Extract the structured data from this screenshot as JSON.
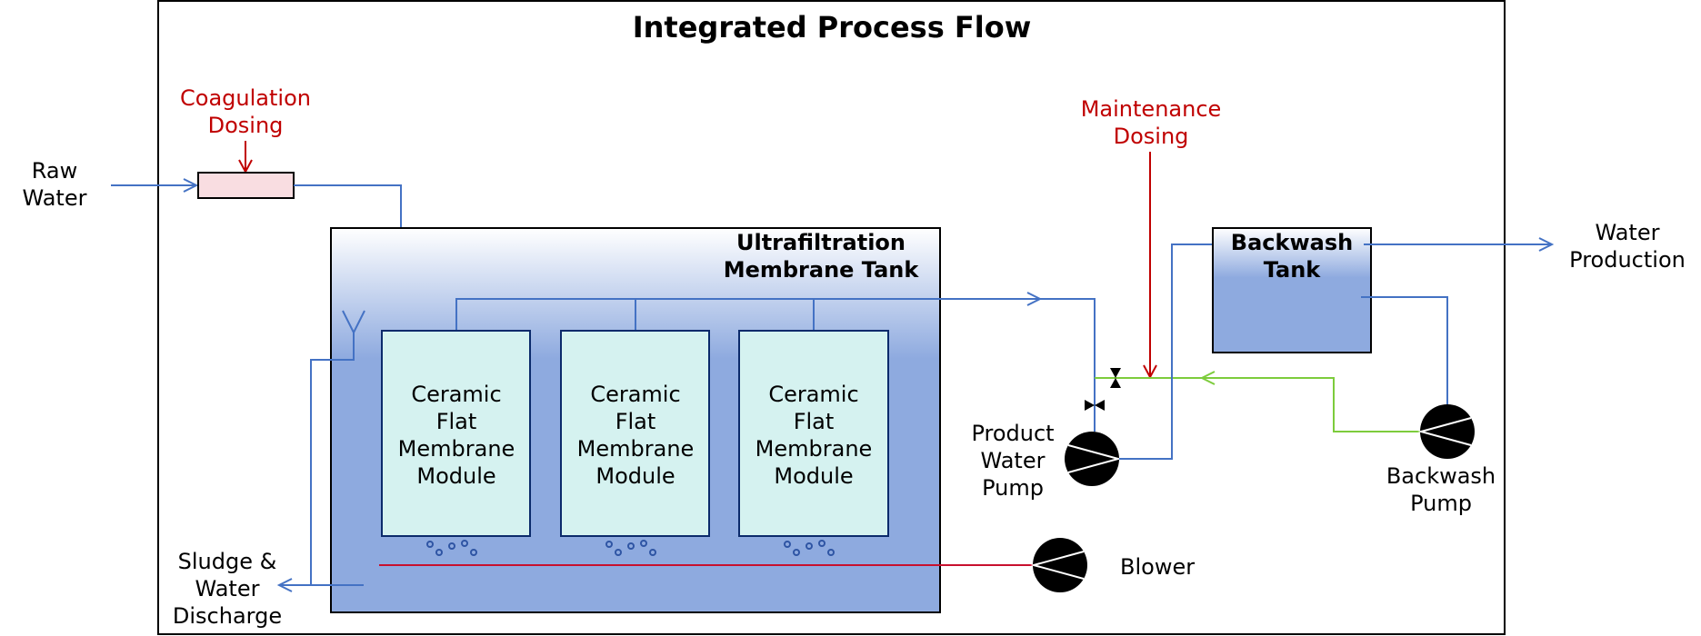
{
  "title": "Integrated Process Flow",
  "inputs": {
    "raw_water": [
      "Raw",
      "Water"
    ],
    "coagulation_dosing": [
      "Coagulation",
      "Dosing"
    ],
    "maintenance_dosing": [
      "Maintenance",
      "Dosing"
    ]
  },
  "uf_tank": {
    "label": [
      "Ultrafiltration",
      "Membrane Tank"
    ],
    "modules": [
      {
        "label": [
          "Ceramic",
          "Flat",
          "Membrane",
          "Module"
        ]
      },
      {
        "label": [
          "Ceramic",
          "Flat",
          "Membrane",
          "Module"
        ]
      },
      {
        "label": [
          "Ceramic",
          "Flat",
          "Membrane",
          "Module"
        ]
      }
    ]
  },
  "backwash_tank": {
    "label": [
      "Backwash",
      "Tank"
    ]
  },
  "equipment": {
    "product_water_pump": [
      "Product",
      "Water",
      "Pump"
    ],
    "backwash_pump": [
      "Backwash",
      "Pump"
    ],
    "blower": "Blower"
  },
  "outputs": {
    "water_production": [
      "Water",
      "Production"
    ],
    "sludge_discharge": [
      "Sludge &",
      "Water",
      "Discharge"
    ]
  },
  "colors": {
    "water_line": "#4472c4",
    "backwash_line": "#7dcc3c",
    "dosing": "#c00000",
    "air_line": "#c8102e",
    "module_fill": "#d5f2f0",
    "tank_fill": "#8eaadf",
    "coag_mixer_fill": "#f9dde1"
  }
}
